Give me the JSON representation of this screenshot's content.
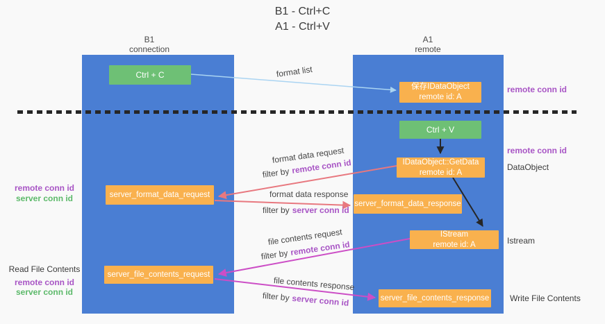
{
  "title": {
    "line1": "B1 - Ctrl+C",
    "line2": "A1 - Ctrl+V"
  },
  "lanes": {
    "left": {
      "name": "B1",
      "role": "connection"
    },
    "right": {
      "name": "A1",
      "role": "remote"
    }
  },
  "boxes": {
    "ctrl_c": {
      "label": "Ctrl + C"
    },
    "ctrl_v": {
      "label": "Ctrl + V"
    },
    "save_dataobject": {
      "line1": "保存IDataObject",
      "line2": "remote id: A"
    },
    "getdata": {
      "line1": "IDataObject::GetData",
      "line2": "remote id: A"
    },
    "istream": {
      "line1": "IStream",
      "line2": "remote id: A"
    },
    "format_request": {
      "label": "server_format_data_request"
    },
    "format_response": {
      "label": "server_format_data_response"
    },
    "file_request": {
      "label": "server_file_contents_request"
    },
    "file_response": {
      "label": "server_file_contents_response"
    }
  },
  "arrow_labels": {
    "format_list": "format list",
    "format_data_request": "format data request",
    "filter_remote_1": {
      "prefix": "filter by",
      "target": "remote conn id"
    },
    "format_data_response": "format data response",
    "filter_server_1": {
      "prefix": "filter by",
      "target": "server conn id"
    },
    "file_contents_request": "file contents request",
    "filter_remote_2": {
      "prefix": "filter by",
      "target": "remote conn id"
    },
    "file_contents_response": "file contents response",
    "filter_server_2": {
      "prefix": "filter by",
      "target": "server conn id"
    }
  },
  "side_labels": {
    "left_remote_1": "remote conn id",
    "left_server_1": "server conn id",
    "read_file_contents": "Read File Contents",
    "left_remote_2": "remote conn id",
    "left_server_2": "server conn id",
    "right_remote_1": "remote conn id",
    "right_remote_2": "remote conn id",
    "dataobject": "DataObject",
    "istream": "Istream",
    "write_file_contents": "Write File Contents"
  },
  "colors": {
    "lane_blue": "#4a7ed3",
    "box_green": "#6ec075",
    "box_orange": "#f9b14e",
    "label_purple": "#a855c5",
    "label_green": "#5cb96a",
    "arrow_red": "#e8787f",
    "arrow_magenta": "#cc4ec6",
    "arrow_blue": "#aad4f2",
    "arrow_black": "#262626"
  }
}
